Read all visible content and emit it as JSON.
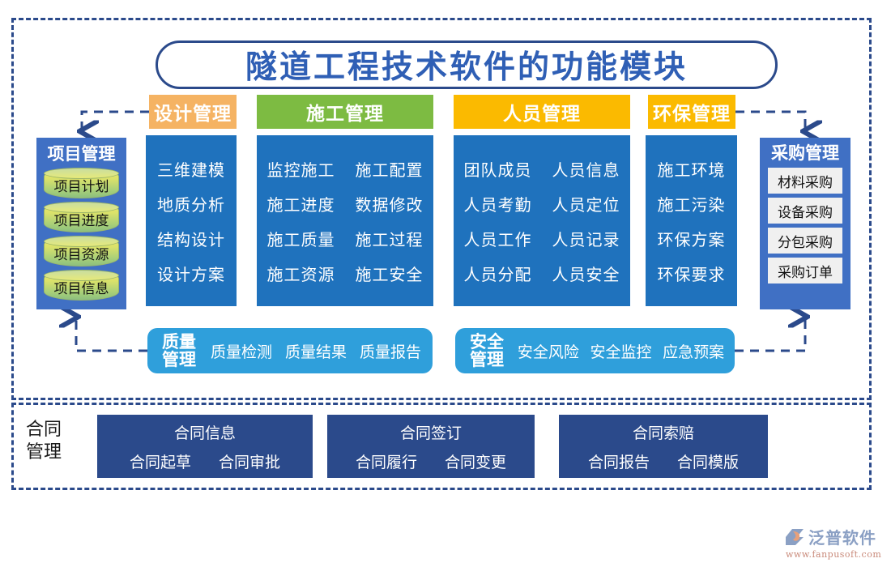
{
  "title": "隧道工程技术软件的功能模块",
  "colors": {
    "frame_dash": "#2b4a8b",
    "title_text": "#2f5fb5",
    "tab_design": "#f5b363",
    "tab_construction": "#7dbb42",
    "tab_personnel": "#fbba00",
    "tab_environment": "#fbba00",
    "panel_blue": "#1f72bd",
    "side_panel_blue": "#4070c4",
    "bar_blue": "#2f9fdb",
    "contract_navy": "#2b4a8b"
  },
  "tabs": [
    {
      "label": "设计管理",
      "color": "#f5b363"
    },
    {
      "label": "施工管理",
      "color": "#7dbb42"
    },
    {
      "label": "人员管理",
      "color": "#fbba00"
    },
    {
      "label": "环保管理",
      "color": "#fbba00"
    }
  ],
  "project": {
    "title": "项目管理",
    "items": [
      "项目计划",
      "项目进度",
      "项目资源",
      "项目信息"
    ]
  },
  "design": {
    "items": [
      "三维建模",
      "地质分析",
      "结构设计",
      "设计方案"
    ]
  },
  "construction": {
    "rows": [
      [
        "监控施工",
        "施工配置"
      ],
      [
        "施工进度",
        "数据修改"
      ],
      [
        "施工质量",
        "施工过程"
      ],
      [
        "施工资源",
        "施工安全"
      ]
    ]
  },
  "personnel": {
    "rows": [
      [
        "团队成员",
        "人员信息"
      ],
      [
        "人员考勤",
        "人员定位"
      ],
      [
        "人员工作",
        "人员记录"
      ],
      [
        "人员分配",
        "人员安全"
      ]
    ]
  },
  "environment": {
    "items": [
      "施工环境",
      "施工污染",
      "环保方案",
      "环保要求"
    ]
  },
  "procurement": {
    "title": "采购管理",
    "items": [
      "材料采购",
      "设备采购",
      "分包采购",
      "采购订单"
    ]
  },
  "quality": {
    "title": "质量\n管理",
    "title_line1": "质量",
    "title_line2": "管理",
    "items": [
      "质量检测",
      "质量结果",
      "质量报告"
    ]
  },
  "safety": {
    "title_line1": "安全",
    "title_line2": "管理",
    "items": [
      "安全风险",
      "安全监控",
      "应急预案"
    ]
  },
  "contract": {
    "label_line1": "合同",
    "label_line2": "管理",
    "groups": [
      {
        "head": "合同信息",
        "subs": [
          "合同起草",
          "合同审批"
        ]
      },
      {
        "head": "合同签订",
        "subs": [
          "合同履行",
          "合同变更"
        ]
      },
      {
        "head": "合同索赔",
        "subs": [
          "合同报告",
          "合同模版"
        ]
      }
    ]
  },
  "logo": {
    "name": "泛普软件",
    "url": "www.fanpusoft.com"
  }
}
